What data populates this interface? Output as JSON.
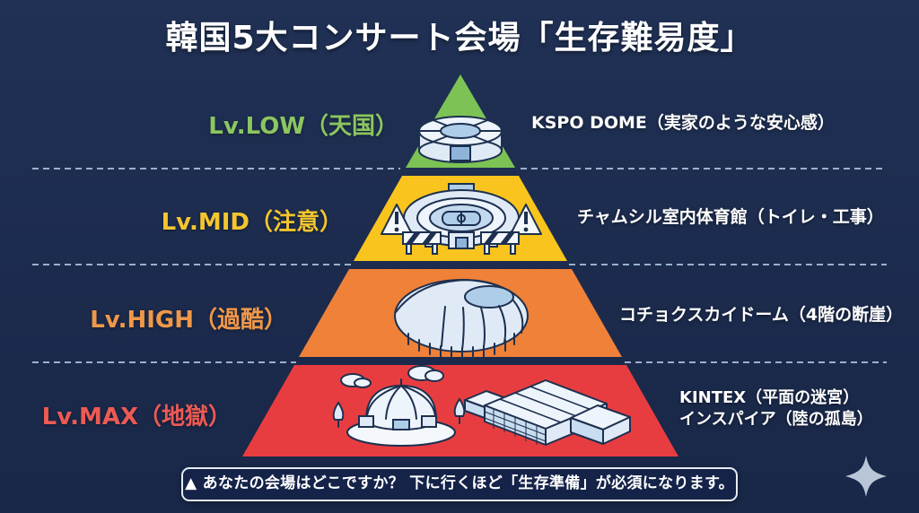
{
  "title": "韓国5大コンサート会場「生存難易度」",
  "pyramid": {
    "tiers": [
      {
        "id": "low",
        "level": "Lv.LOW（天国）",
        "venue": "KSPO DOME（実家のような安心感）",
        "fill": "#7dc255",
        "label_color": "#8bc660",
        "icon": "kspo-dome-stadium"
      },
      {
        "id": "mid",
        "level": "Lv.MID（注意）",
        "venue": "チャムシル室内体育館（トイレ・工事）",
        "fill": "#f8c41d",
        "label_color": "#f3c52f",
        "icon": "jamsil-indoor-arena-with-construction"
      },
      {
        "id": "high",
        "level": "Lv.HIGH（過酷）",
        "venue": "コチョクスカイドーム（4階の断崖）",
        "fill": "#ef8138",
        "label_color": "#f0984a",
        "icon": "gocheok-sky-dome"
      },
      {
        "id": "max",
        "level": "Lv.MAX（地獄）",
        "venue": "KINTEX（平面の迷宮）",
        "venue2": "インスパイア（陸の孤島）",
        "fill": "#e83d40",
        "label_color": "#ee5a55",
        "icon": "kintex-dome-and-inspire-complex"
      }
    ]
  },
  "footer": {
    "note": "▲ あなたの会場はどこですか？ 下に行くほど「生存準備」が必須になります。"
  },
  "decorations": {
    "background_color": "#1c2b4d",
    "dashed_line_color": "#9cb0cc",
    "sparkle_color": "#b9c6d8",
    "icon_stroke_color": "#1d3050",
    "icon_fill_color": "#dfeaf6"
  }
}
